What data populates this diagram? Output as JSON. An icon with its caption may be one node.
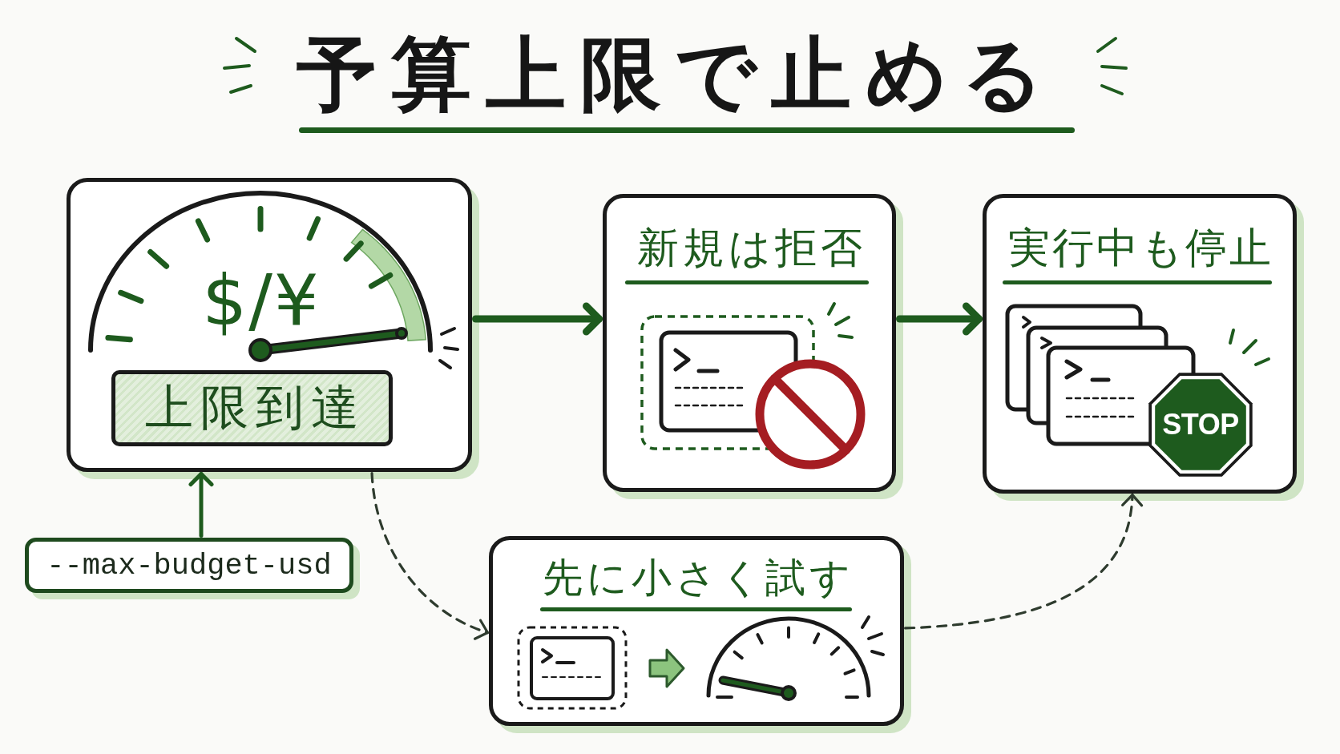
{
  "diagram": {
    "title": "予算上限で止める",
    "nodes": [
      {
        "text": [
          "$/¥"
        ]
      },
      {
        "text": [
          "上限到達"
        ],
        "in": 0
      },
      {
        "text": [
          "新規は拒否"
        ]
      },
      {
        "text": [
          "実行中も停止"
        ]
      },
      {
        "text": [
          "STOP"
        ],
        "in": 3
      },
      {
        "text": [
          "--max-budget-usd"
        ]
      },
      {
        "text": [
          "先に小さく試す"
        ]
      }
    ],
    "edges": [
      {
        "from": 0,
        "to": 2,
        "arrow": "to",
        "style": "thick"
      },
      {
        "from": 2,
        "to": 3,
        "arrow": "to",
        "style": "thick"
      },
      {
        "from": 5,
        "to": 0,
        "arrow": "to"
      },
      {
        "from": 0,
        "to": 6,
        "arrow": "to",
        "style": "dashed",
        "color": "#2e3b2e"
      },
      {
        "from": 6,
        "to": 3,
        "arrow": "to",
        "style": "dashed",
        "color": "#2e3b2e"
      }
    ]
  }
}
